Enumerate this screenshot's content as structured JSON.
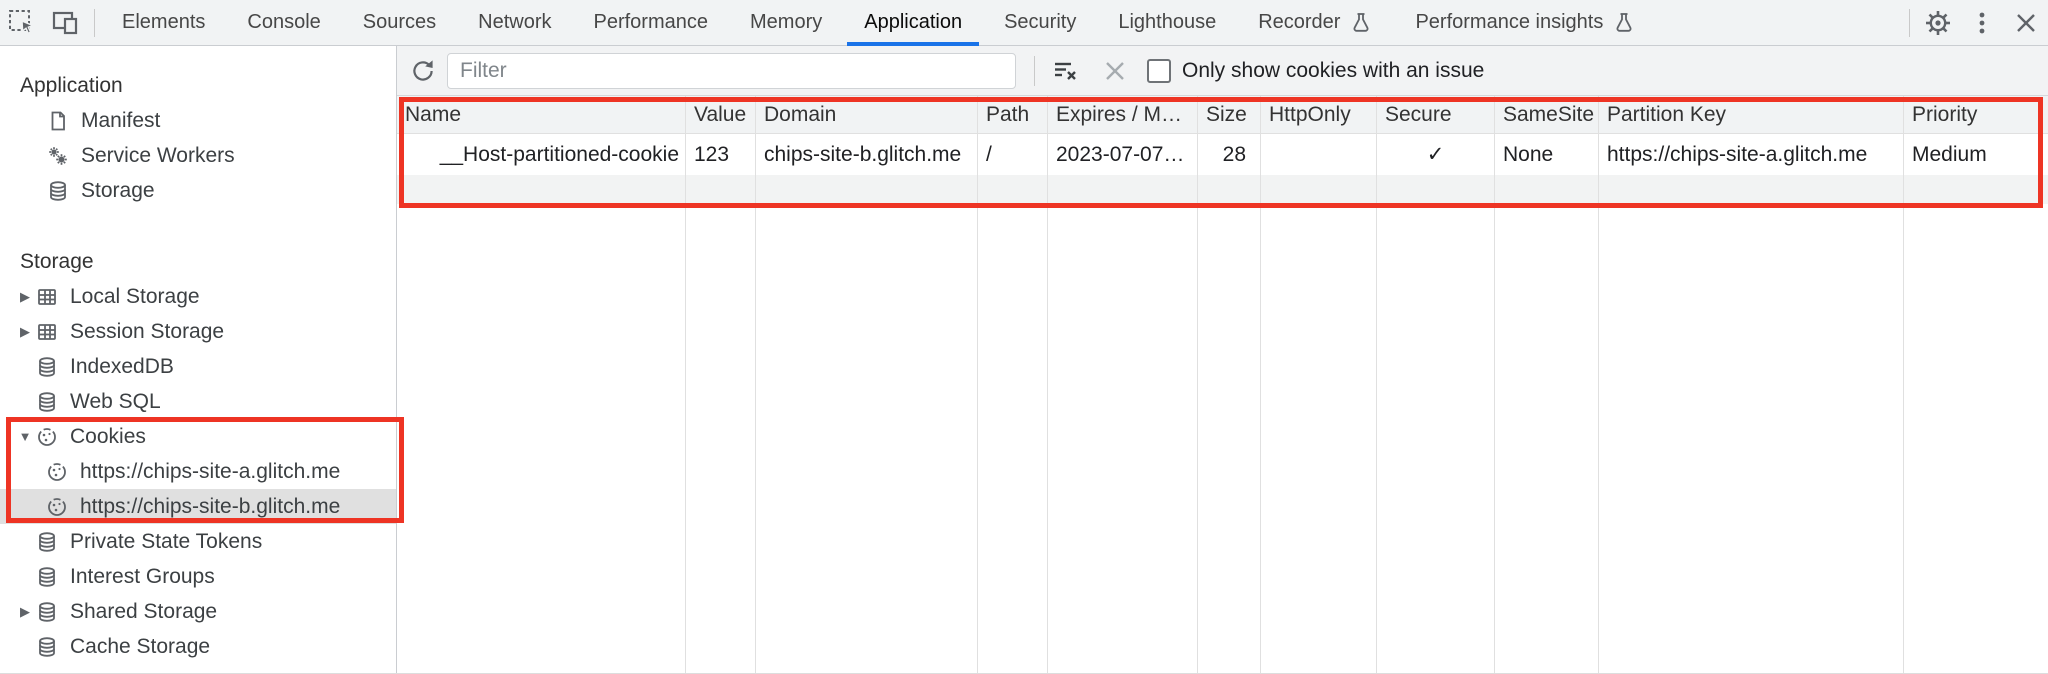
{
  "tabbar": {
    "tabs": [
      {
        "label": "Elements",
        "active": false,
        "flask": false
      },
      {
        "label": "Console",
        "active": false,
        "flask": false
      },
      {
        "label": "Sources",
        "active": false,
        "flask": false
      },
      {
        "label": "Network",
        "active": false,
        "flask": false
      },
      {
        "label": "Performance",
        "active": false,
        "flask": false
      },
      {
        "label": "Memory",
        "active": false,
        "flask": false
      },
      {
        "label": "Application",
        "active": true,
        "flask": false
      },
      {
        "label": "Security",
        "active": false,
        "flask": false
      },
      {
        "label": "Lighthouse",
        "active": false,
        "flask": false
      },
      {
        "label": "Recorder",
        "active": false,
        "flask": true
      },
      {
        "label": "Performance insights",
        "active": false,
        "flask": true
      }
    ],
    "active_tab": "Application"
  },
  "sidebar": {
    "app_section": {
      "title": "Application",
      "items": [
        {
          "label": "Manifest",
          "icon": "document-icon"
        },
        {
          "label": "Service Workers",
          "icon": "gears-icon"
        },
        {
          "label": "Storage",
          "icon": "database-icon"
        }
      ]
    },
    "storage_section": {
      "title": "Storage",
      "items": [
        {
          "label": "Local Storage",
          "icon": "table-icon",
          "expander": "collapsed"
        },
        {
          "label": "Session Storage",
          "icon": "table-icon",
          "expander": "collapsed"
        },
        {
          "label": "IndexedDB",
          "icon": "database-icon"
        },
        {
          "label": "Web SQL",
          "icon": "database-icon"
        },
        {
          "label": "Cookies",
          "icon": "cookie-icon",
          "expander": "expanded"
        },
        {
          "label": "https://chips-site-a.glitch.me",
          "icon": "cookie-icon",
          "child": true
        },
        {
          "label": "https://chips-site-b.glitch.me",
          "icon": "cookie-icon",
          "child": true,
          "selected": true
        },
        {
          "label": "Private State Tokens",
          "icon": "database-icon"
        },
        {
          "label": "Interest Groups",
          "icon": "database-icon"
        },
        {
          "label": "Shared Storage",
          "icon": "database-icon",
          "expander": "collapsed"
        },
        {
          "label": "Cache Storage",
          "icon": "database-icon"
        }
      ],
      "expander_collapsed": "▶",
      "expander_expanded": "▼"
    }
  },
  "toolbar": {
    "filter_placeholder": "Filter",
    "checkbox_label": "Only show cookies with an issue",
    "checkbox_checked": false
  },
  "cookies_table": {
    "headers": [
      "Name",
      "Value",
      "Domain",
      "Path",
      "Expires / M…",
      "Size",
      "HttpOnly",
      "Secure",
      "SameSite",
      "Partition Key",
      "Priority"
    ],
    "rows": [
      [
        "__Host-partitioned-cookie",
        "123",
        "chips-site-b.glitch.me",
        "/",
        "2023-07-07…",
        "28",
        "",
        "✓",
        "None",
        "https://chips-site-a.glitch.me",
        "Medium"
      ]
    ]
  },
  "icons": {
    "inspect-icon": "dashed box with cursor arrow",
    "device-toolbar-icon": "laptop with phone",
    "flask-icon": "experiment flask",
    "gear-icon": "settings gear",
    "kebab-icon": "vertical three dots",
    "close-icon": "x",
    "refresh-icon": "circular arrow",
    "clear-filter-icon": "lines with x",
    "delete-icon": "grey x",
    "cookie-icon": "cookie with chips",
    "database-icon": "cylinder stack",
    "table-icon": "grid table",
    "document-icon": "page with folded corner",
    "gears-icon": "two gears"
  },
  "colors": {
    "accent_blue": "#1a73e8",
    "annotation_red": "#ee3424",
    "selected_row_grey": "#e0e0e0",
    "chrome_grey": "#f1f3f4",
    "icon_grey": "#5f6368"
  }
}
